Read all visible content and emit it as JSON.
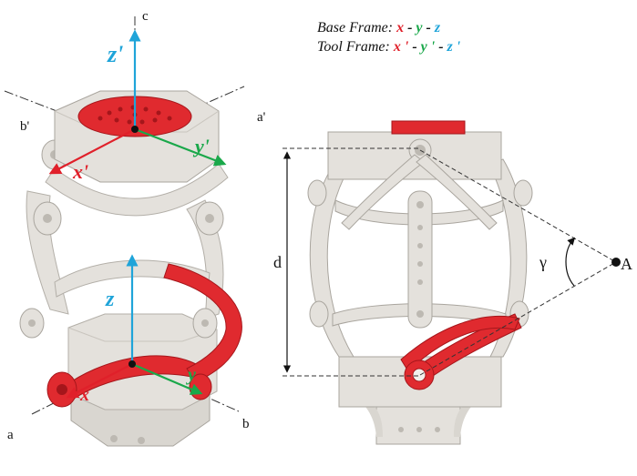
{
  "legend": {
    "base_label": "Base Frame:",
    "tool_label": "Tool Frame:",
    "base": {
      "x": "x",
      "y": "y",
      "z": "z"
    },
    "tool": {
      "x": "x '",
      "y": "y '",
      "z": "z '"
    },
    "sep": "-"
  },
  "labels": {
    "c": "c",
    "b_prime": "b'",
    "a_prime": "a'",
    "a": "a",
    "b": "b",
    "d": "d",
    "gamma": "γ",
    "A": "A"
  },
  "axes": {
    "tool": {
      "x": "x'",
      "y": "y'",
      "z": "z'"
    },
    "base": {
      "x": "x",
      "y": "y",
      "z": "z"
    }
  },
  "colors": {
    "x_axis": "#e0202a",
    "y_axis": "#1aa84a",
    "z_axis": "#1fa4d9",
    "part_red": "#e02a2f",
    "part_gray": "#e4e1dc",
    "part_gray_dark": "#b8b4ad"
  }
}
